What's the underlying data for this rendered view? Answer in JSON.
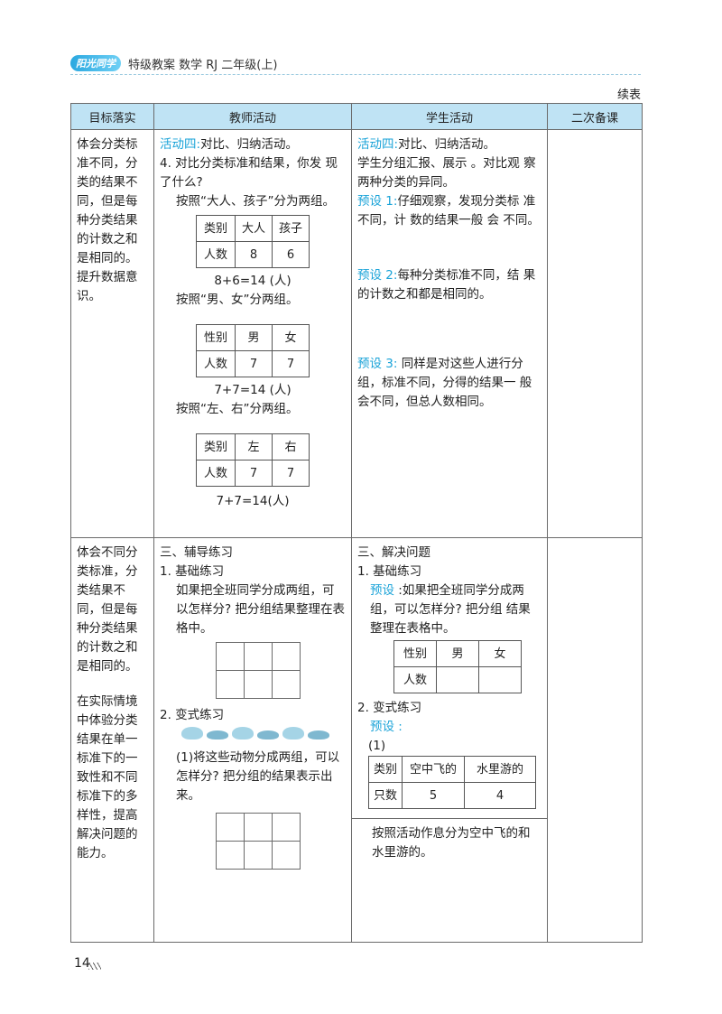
{
  "header": {
    "logo_text": "阳光同学",
    "title": "特级教案  数学  RJ 二年级(上)"
  },
  "continued_label": "续表",
  "columns": [
    "目标落实",
    "教师活动",
    "学生活动",
    "二次备课"
  ],
  "row1": {
    "goal": "体会分类标准不同，分类的结果不同，但是每种分类结果的计数之和是相同的。提升数据意识。",
    "teacher": {
      "activity_title": "活动四:",
      "activity_rest": "对比、归纳活动。",
      "question": "4. 对比分类标准和结果，你发 现了什么?",
      "by_age": "按照“大人、孩子”分为两组。",
      "table1": {
        "h": [
          "类别",
          "大人",
          "孩子"
        ],
        "r": [
          "人数",
          "8",
          "6"
        ]
      },
      "eq1": "8+6=14 (人)",
      "by_gender": "按照“男、女”分两组。",
      "table2": {
        "h": [
          "性别",
          "男",
          "女"
        ],
        "r": [
          "人数",
          "7",
          "7"
        ]
      },
      "eq2": "7+7=14 (人)",
      "by_side": "按照“左、右”分两组。",
      "table3": {
        "h": [
          "类别",
          "左",
          "右"
        ],
        "r": [
          "人数",
          "7",
          "7"
        ]
      },
      "eq3": "7+7=14(人)"
    },
    "student": {
      "activity_title": "活动四:",
      "activity_rest": "对比、归纳活动。",
      "intro": "学生分组汇报、展示 。对比观 察两种分类的异同。",
      "p1_label": "预设 1:",
      "p1_text": "仔细观察，发现分类标 准不同，计 数的结果一般 会 不同。",
      "p2_label": "预设 2:",
      "p2_text": "每种分类标准不同，结 果的计数之和都是相同的。",
      "p3_label": "预设 3:",
      "p3_text": " 同样是对这些人进行分组，标准不同，分得的结果一 般会不同，但总人数相同。"
    }
  },
  "row2": {
    "goal1": "体会不同分类标准，分类结果不同，但是每种分类结果的计数之和是相同的。",
    "goal2": "在实际情境中体验分类结果在单一标准下的一致性和不同标准下的多样性，提高解决问题的能力。",
    "teacher": {
      "section": "三、辅导练习",
      "basic": "1. 基础练习",
      "basic_text": "如果把全班同学分成两组，可以怎样分? 把分组结果整理在表格中。",
      "variant": "2. 变式练习",
      "variant_text": "(1)将这些动物分成两组，可以怎样分? 把分组的结果表示出来。"
    },
    "student": {
      "section": "三、解决问题",
      "basic": "1. 基础练习",
      "preset_label": "预设",
      "preset_text": " :如果把全班同学分成两组，可以怎样分? 把分组 结果整理在表格中。",
      "table": {
        "h": [
          "性别",
          "男",
          "女"
        ],
        "r": [
          "人数",
          "",
          ""
        ]
      },
      "variant": "2. 变式练习",
      "preset2_label": "预设 :",
      "sub1": "(1)",
      "table2": {
        "h": [
          "类别",
          "空中飞的",
          "水里游的"
        ],
        "r": [
          "只数",
          "5",
          "4"
        ]
      },
      "conclusion": "按照活动作息分为空中飞的和水里游的。"
    }
  },
  "page_number": "14"
}
